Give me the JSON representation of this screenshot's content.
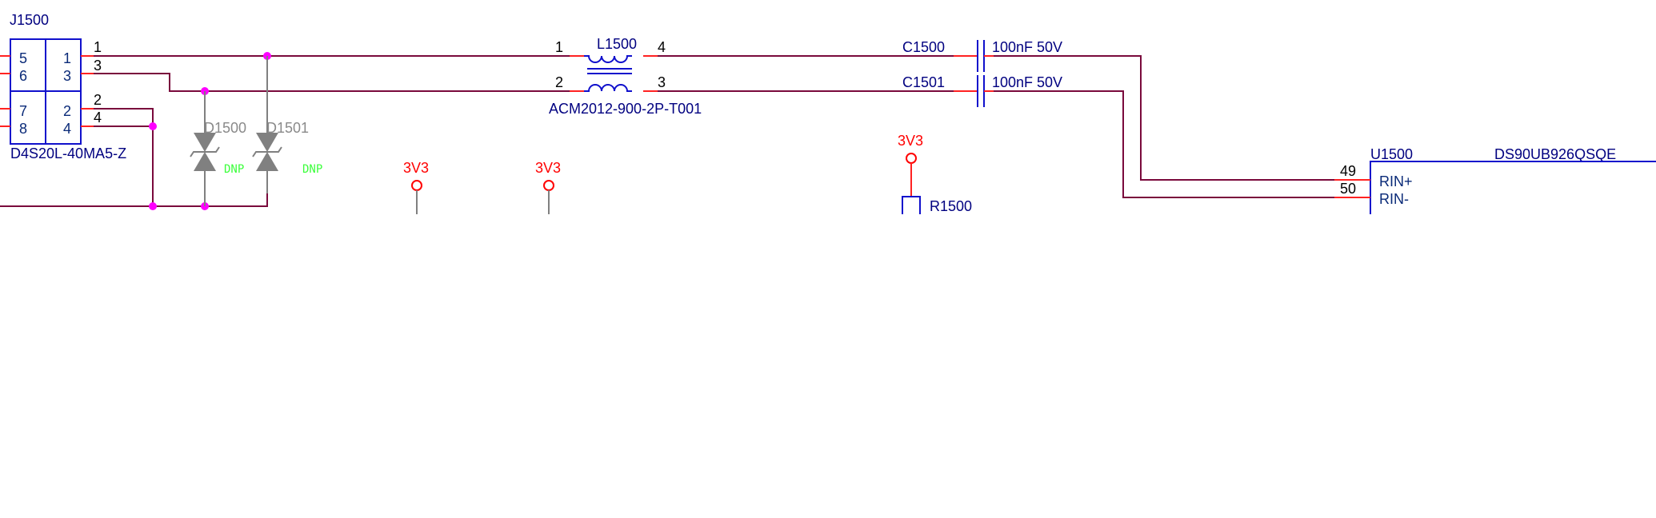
{
  "connector": {
    "ref": "J1500",
    "part": "D4S20L-40MA5-Z",
    "body_pins_left": [
      "5",
      "6",
      "7",
      "8"
    ],
    "body_pins_right": [
      "1",
      "3",
      "2",
      "4"
    ],
    "external_pins": [
      "1",
      "3",
      "2",
      "4"
    ]
  },
  "inductor": {
    "ref": "L1500",
    "part": "ACM2012-900-2P-T001",
    "pins": [
      "1",
      "4",
      "2",
      "3"
    ]
  },
  "capacitors": [
    {
      "ref": "C1500",
      "value": "100nF 50V"
    },
    {
      "ref": "C1501",
      "value": "100nF 50V"
    }
  ],
  "diodes": [
    {
      "ref": "D1500",
      "flag": "DNP"
    },
    {
      "ref": "D1501",
      "flag": "DNP"
    }
  ],
  "power_ports": [
    "3V3",
    "3V3",
    "3V3"
  ],
  "resistor": {
    "ref": "R1500"
  },
  "ic": {
    "ref": "U1500",
    "part": "DS90UB926QSQE",
    "pins": [
      {
        "number": "49",
        "name": "RIN+"
      },
      {
        "number": "50",
        "name": "RIN-"
      }
    ]
  },
  "colors": {
    "wire": "#7a0a3c",
    "pin_stub": "#ff2222",
    "component": "#1010cc",
    "junction": "#ff00ff",
    "power": "#ff0000",
    "dnp": "#3cff3c"
  }
}
